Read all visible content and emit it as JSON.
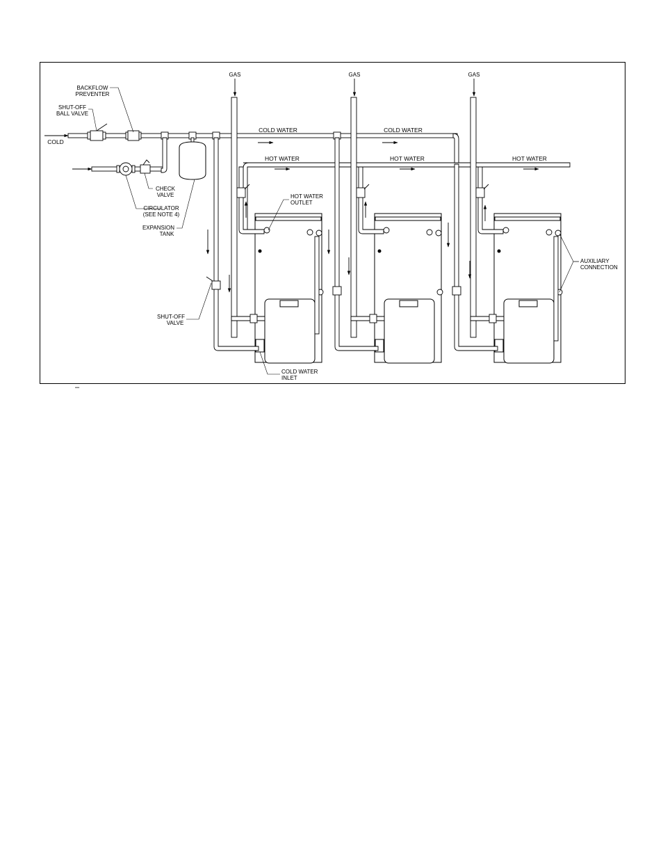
{
  "labels": {
    "gas_1": "GAS",
    "gas_2": "GAS",
    "gas_3": "GAS",
    "backflow_preventer": [
      "BACKFLOW",
      "PREVENTER"
    ],
    "shutoff_ball_valve": [
      "SHUT-OFF",
      "BALL VALVE"
    ],
    "cold": "COLD",
    "cold_water_1": "COLD WATER",
    "cold_water_2": "COLD WATER",
    "hot_water_1": "HOT WATER",
    "hot_water_2": "HOT WATER",
    "hot_water_3": "HOT WATER",
    "check_valve": [
      "CHECK",
      "VALVE"
    ],
    "circulator": [
      "CIRCULATOR",
      "(SEE NOTE 4)"
    ],
    "expansion_tank": [
      "EXPANSION",
      "TANK"
    ],
    "hot_water_outlet": [
      "HOT WATER",
      "OUTLET"
    ],
    "auxiliary_connection": [
      "AUXILIARY",
      "CONNECTION"
    ],
    "shutoff_valve": [
      "SHUT-OFF",
      "VALVE"
    ],
    "cold_water_inlet": [
      "COLD WATER",
      "INLET"
    ]
  },
  "footnote_mark": "–"
}
